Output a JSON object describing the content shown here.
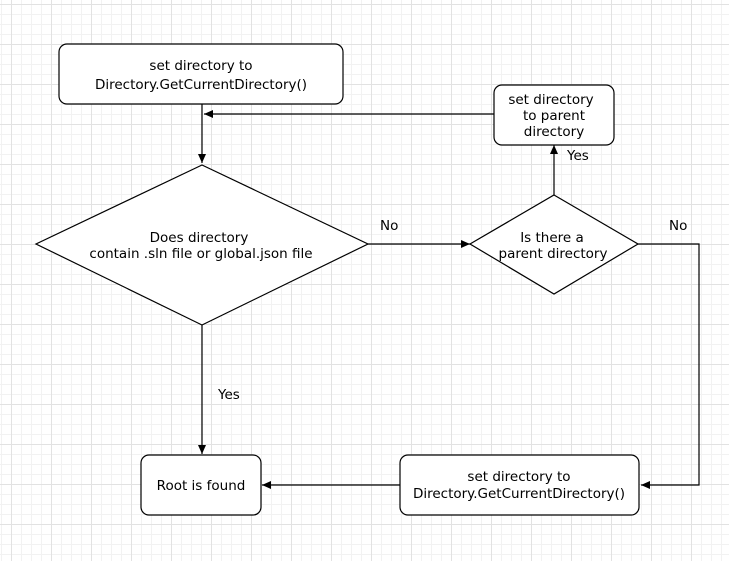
{
  "nodes": {
    "start": {
      "line1": "set directory to",
      "line2": "Directory.GetCurrentDirectory()"
    },
    "decision_sln": {
      "line1": "Does directory",
      "line2": "contain .sln file or global.json file"
    },
    "decision_parent": {
      "line1": "Is there a",
      "line2": "parent directory"
    },
    "set_parent": {
      "line1": "set directory",
      "line2": "to parent",
      "line3": "directory"
    },
    "root_found": {
      "label": "Root is found"
    },
    "set_current": {
      "line1": "set directory to",
      "line2": "Directory.GetCurrentDirectory()"
    }
  },
  "edges": {
    "sln_no": "No",
    "sln_yes": "Yes",
    "parent_yes": "Yes",
    "parent_no": "No"
  }
}
